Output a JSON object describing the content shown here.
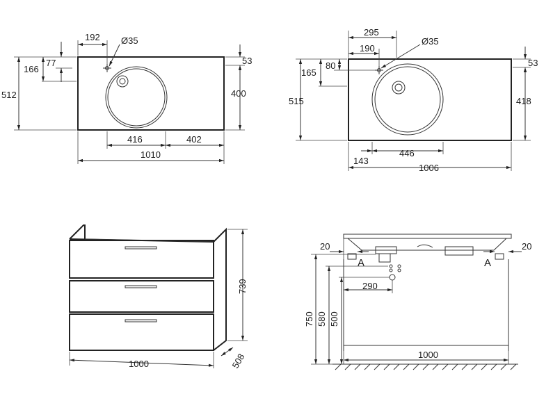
{
  "views": {
    "basin_left": {
      "width": "1010",
      "depth": "512",
      "overflow_depth": "166",
      "tap_offset_y": "77",
      "tap_offset_x": "192",
      "tap_hole": "Ø35",
      "right_edge_to_drain": "402",
      "drain_to_left": "416",
      "front_depth": "400",
      "back_margin": "53"
    },
    "basin_right": {
      "width": "1006",
      "depth": "515",
      "overflow_depth": "165",
      "tap_offset_y": "80",
      "tap_offset_x_outer": "295",
      "tap_offset_x_inner": "190",
      "tap_hole": "Ø35",
      "left_margin": "143",
      "bowl_width": "446",
      "front_depth": "418",
      "back_margin": "53"
    },
    "cabinet": {
      "width": "1000",
      "height": "739",
      "depth": "508"
    },
    "section": {
      "gap_left": "20",
      "gap_right": "20",
      "section_mark_left": "A",
      "section_mark_right": "A",
      "height_total": "750",
      "height_580": "580",
      "height_500": "500",
      "drain_offset": "290",
      "width": "1000"
    }
  }
}
